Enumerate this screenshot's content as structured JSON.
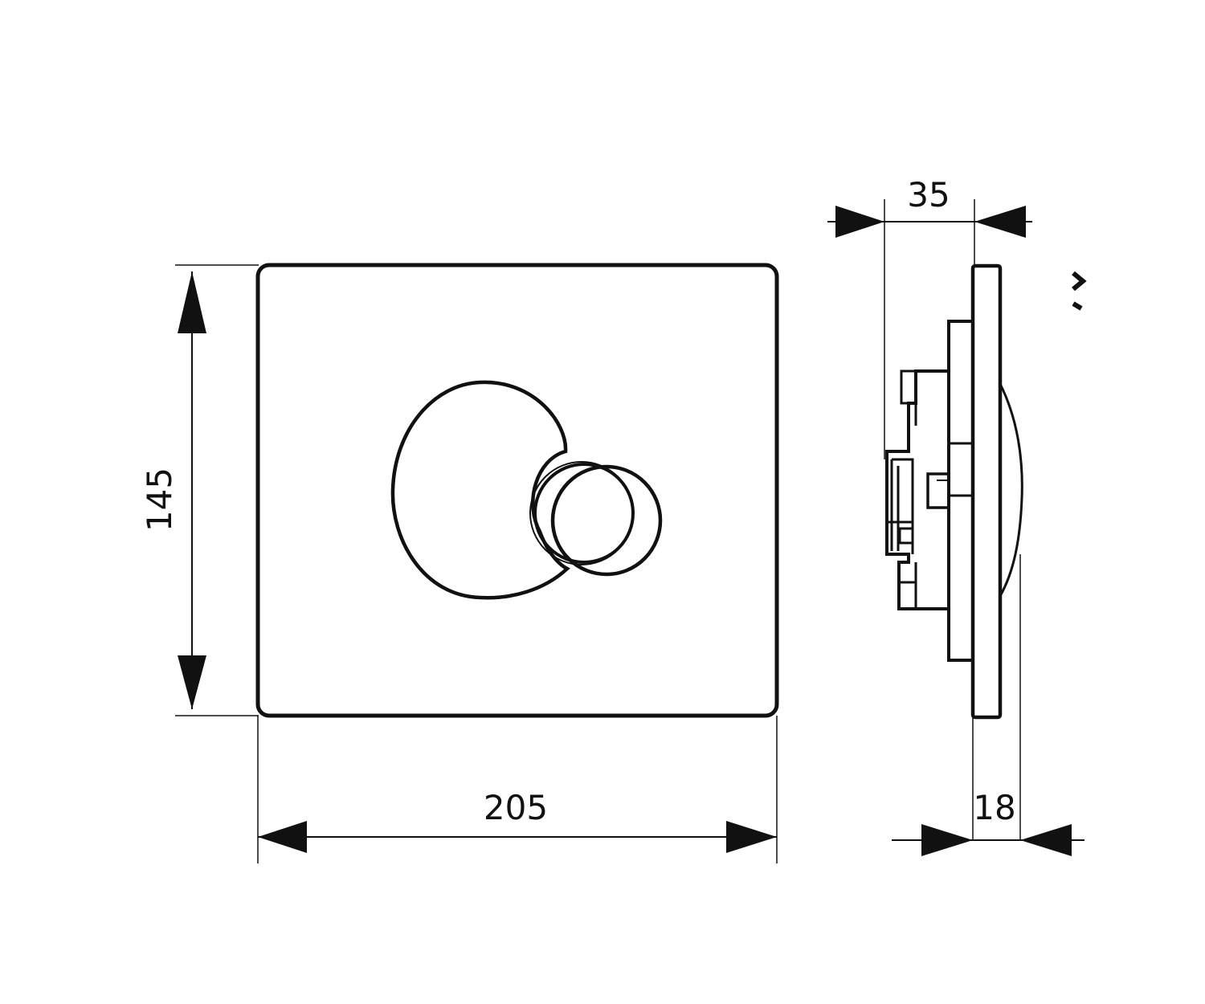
{
  "drawing": {
    "front_view": {
      "width_label": "205",
      "height_label": "145"
    },
    "side_view": {
      "depth_label": "35",
      "plate_thickness_label": "18"
    },
    "colors": {
      "line": "#111111",
      "background": "#ffffff"
    }
  }
}
